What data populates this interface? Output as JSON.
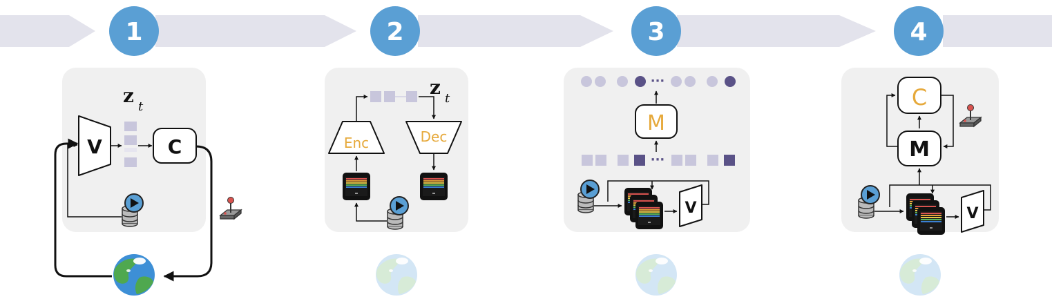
{
  "colors": {
    "arrow_band": "#e3e3ec",
    "step_circle": "#5a9fd4",
    "panel": "#f0f0f0",
    "accent_orange": "#e6a93b",
    "latent_light": "#c8c6dc",
    "latent_dark": "#5a5287",
    "globe_water": "#3d8fd6",
    "globe_land": "#4fa84f"
  },
  "steps": [
    {
      "number": "1"
    },
    {
      "number": "2"
    },
    {
      "number": "3"
    },
    {
      "number": "4"
    }
  ],
  "panel1": {
    "v_label": "V",
    "c_label": "C",
    "z_label": "z",
    "z_sub": "t",
    "icons": [
      "database-icon",
      "play-icon",
      "joystick-icon",
      "globe-icon"
    ]
  },
  "panel2": {
    "enc_label": "Enc",
    "dec_label": "Dec",
    "z_label": "z",
    "z_sub": "t",
    "dots": "···",
    "icons": [
      "database-icon",
      "play-icon",
      "game-frame-icon",
      "globe-icon"
    ]
  },
  "panel3": {
    "m_label": "M",
    "v_label": "V",
    "ellipsis": "···",
    "dots": "···",
    "icons": [
      "database-icon",
      "play-icon",
      "game-frame-stack-icon",
      "globe-icon"
    ]
  },
  "panel4": {
    "c_label": "C",
    "m_label": "M",
    "v_label": "V",
    "icons": [
      "database-icon",
      "play-icon",
      "game-frame-stack-icon",
      "joystick-icon",
      "globe-icon"
    ]
  }
}
